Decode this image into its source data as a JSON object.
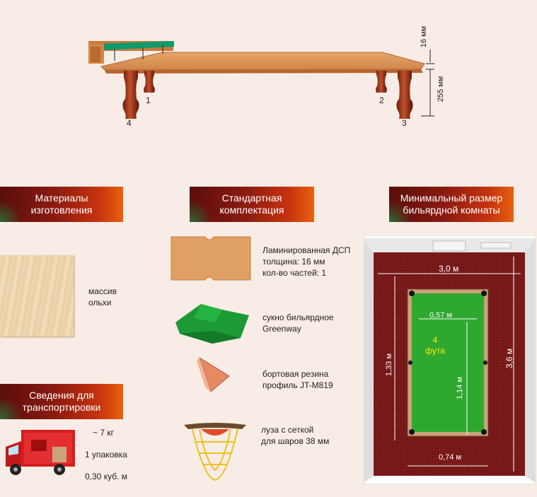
{
  "table_diagram": {
    "top_label": "16 мм",
    "height_label": "255 мм",
    "legs": [
      "1",
      "2",
      "3",
      "4"
    ]
  },
  "sections": {
    "materials": {
      "title": "Материалы\nизготовления",
      "item": "массив\nольхи"
    },
    "standard_kit": {
      "title": "Стандартная\nкомплектация",
      "items": [
        {
          "text": "Ламинированная ДСП\nтолщина: 16 мм\nкол-во частей: 1",
          "icon": "slate-board-icon"
        },
        {
          "text": "сукно бильярдное\nGreenway",
          "icon": "cloth-icon"
        },
        {
          "text": "бортовая резина\nпрофиль JT-M819",
          "icon": "rubber-profile-icon"
        },
        {
          "text": "луза с сеткой\nдля шаров 38 мм",
          "icon": "pocket-net-icon"
        }
      ]
    },
    "room": {
      "title": "Минимальный размер\nбильярдной комнаты",
      "room_width": "3,0 м",
      "room_length": "3,6 м",
      "cue_length": "1,33 м",
      "table_inner_width": "0,57 м",
      "table_inner_length": "1,14 м",
      "table_outer_width": "0,74 м",
      "table_size_label": "4\nфута"
    },
    "transport": {
      "title": "Сведения для\nтранспортировки",
      "weight": "~ 7 кг",
      "packages": "1 упаковка",
      "volume": "0,30 куб. м"
    }
  },
  "colors": {
    "accent_dark": "#5a0d0d",
    "accent_orange": "#e9620f",
    "felt": "#2fa82f",
    "carpet": "#7a1a1a"
  }
}
